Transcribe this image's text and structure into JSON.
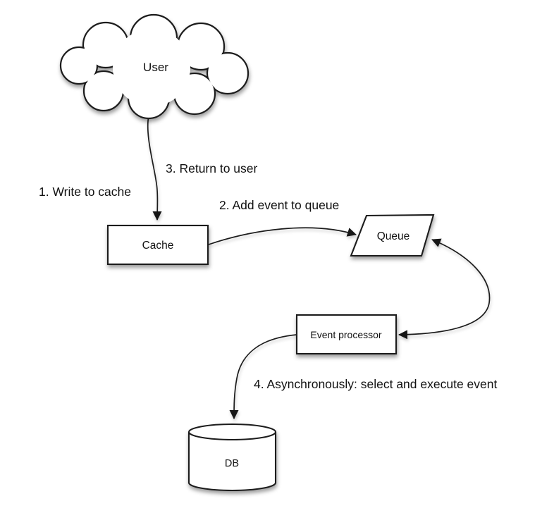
{
  "diagram": {
    "type": "flow-diagram",
    "background": "#ffffff",
    "nodes": {
      "user": {
        "label": "User",
        "shape": "cloud"
      },
      "cache": {
        "label": "Cache",
        "shape": "rectangle"
      },
      "queue": {
        "label": "Queue",
        "shape": "parallelogram"
      },
      "event_processor": {
        "label": "Event processor",
        "shape": "rectangle"
      },
      "db": {
        "label": "DB",
        "shape": "cylinder"
      }
    },
    "steps": {
      "step1": "1. Write to cache",
      "step2": "2. Add event to queue",
      "step3": "3. Return to user",
      "step4": "4. Asynchronously: select and execute event"
    },
    "edges": [
      {
        "from": "user",
        "to": "cache",
        "arrowheads": "end",
        "label_refs": [
          "step1",
          "step3"
        ]
      },
      {
        "from": "cache",
        "to": "queue",
        "arrowheads": "end",
        "label_refs": [
          "step2"
        ]
      },
      {
        "from": "queue",
        "to": "event_processor",
        "arrowheads": "both",
        "label_refs": []
      },
      {
        "from": "event_processor",
        "to": "db",
        "arrowheads": "end",
        "label_refs": [
          "step4"
        ]
      }
    ],
    "colors": {
      "stroke": "#1c1c1c",
      "node_fill": "#ffffff",
      "text": "#111111"
    }
  }
}
